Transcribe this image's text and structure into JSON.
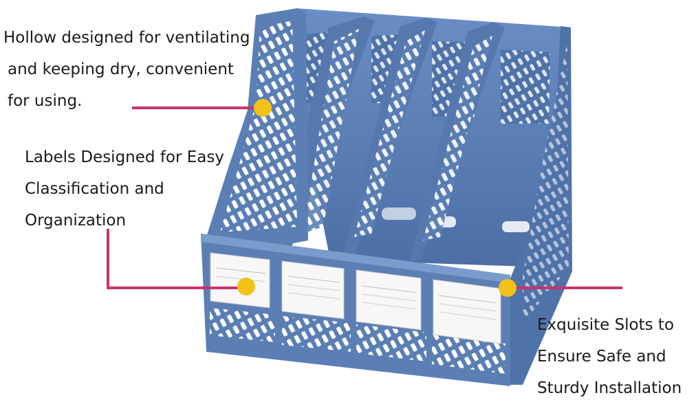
{
  "callouts": {
    "ventilation": {
      "lines": [
        "Hollow designed for ventilating",
        "and keeping dry, convenient",
        "for using."
      ]
    },
    "labels": {
      "lines": [
        "Labels Designed for Easy",
        "Classification and",
        "Organization"
      ]
    },
    "slots": {
      "lines": [
        "Exquisite Slots to",
        "Ensure Safe and",
        "Sturdy Installation"
      ]
    }
  },
  "colors": {
    "organizer_blue": "#5b7fb4",
    "organizer_dark": "#3f5f91",
    "leader_line": "#c8336f",
    "marker_dot": "#f2c21b"
  }
}
